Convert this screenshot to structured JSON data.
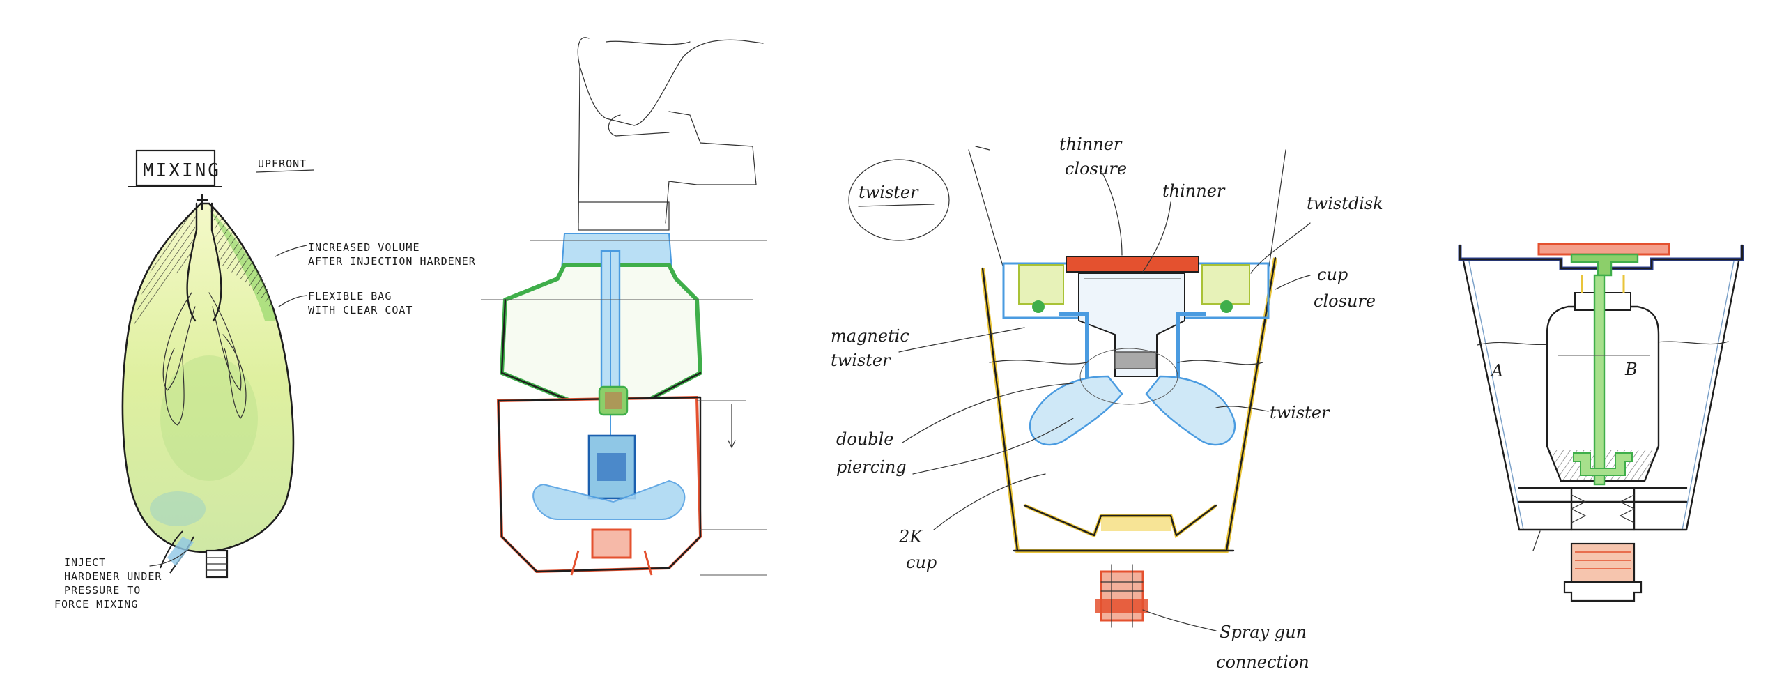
{
  "sketch1": {
    "title": "MIXING",
    "subtitle": "UPFRONT",
    "label_volume_1": "INCREASED VOLUME",
    "label_volume_2": "AFTER INJECTION HARDENER",
    "label_bag_1": "FLEXIBLE BAG",
    "label_bag_2": "WITH CLEAR COAT",
    "label_inject_1": "INJECT",
    "label_inject_2": "HARDENER UNDER",
    "label_inject_3": "PRESSURE TO",
    "label_inject_4": "FORCE MIXING"
  },
  "sketch3": {
    "title": "twister",
    "thinner_closure_1": "thinner",
    "thinner_closure_2": "closure",
    "thinner": "thinner",
    "twistdisk": "twistdisk",
    "cup_closure_1": "cup",
    "cup_closure_2": "closure",
    "magnetic_1": "magnetic",
    "magnetic_2": "twister",
    "twister": "twister",
    "double_1": "double",
    "double_2": "piercing",
    "cup_1": "2K",
    "cup_2": "cup",
    "spray_1": "Spray gun",
    "spray_2": "connection"
  },
  "sketch4": {
    "label_a": "A",
    "label_b": "B"
  },
  "colors": {
    "green": "#3fae4a",
    "red": "#e4512f",
    "blue": "#4a9be0",
    "light_blue": "#b9dff5",
    "yellow": "#e9c43a",
    "navy": "#2a3f8f",
    "bag_fill": "#e6f3a8"
  }
}
